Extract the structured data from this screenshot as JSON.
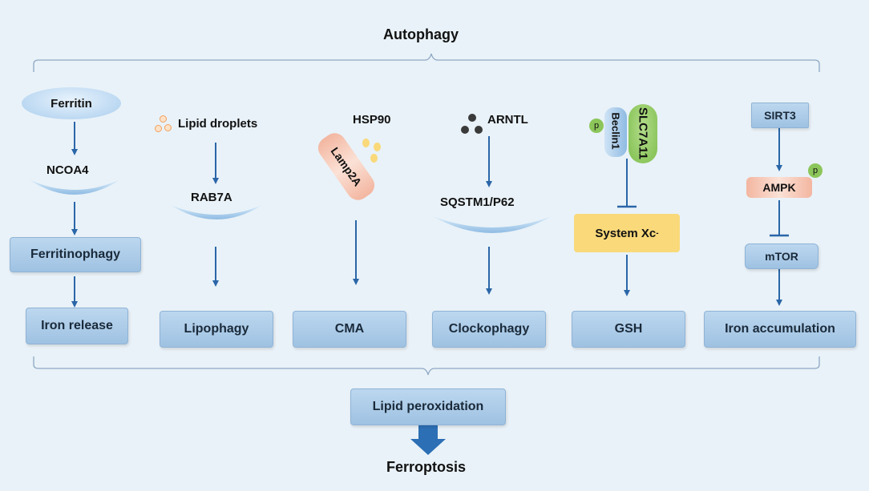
{
  "title": "Autophagy",
  "columns": [
    {
      "top": "Ferritin",
      "receptor": "NCOA4",
      "process": "Ferritinophagy",
      "outcome": "Iron release"
    },
    {
      "top": "Lipid droplets",
      "receptor": "RAB7A",
      "outcome": "Lipophagy"
    },
    {
      "top": "HSP90",
      "receptor": "Lamp2A",
      "outcome": "CMA"
    },
    {
      "top": "ARNTL",
      "receptor": "SQSTM1/P62",
      "outcome": "Clockophagy"
    },
    {
      "proteins": [
        "Beclin1",
        "SLC7A11"
      ],
      "phospho": "p",
      "target": "System Xc",
      "target_sup": "-",
      "outcome": "GSH"
    },
    {
      "top": "SIRT3",
      "kinase": "AMPK",
      "phospho": "p",
      "target": "mTOR",
      "outcome": "Iron accumulation"
    }
  ],
  "convergence": "Lipid peroxidation",
  "final": "Ferroptosis",
  "colors": {
    "background": "#e9f2f8",
    "box": "#a9c9e8",
    "arrow": "#2a66a8",
    "big_arrow": "#2c6fb5",
    "green": "#8cc65a",
    "yellow": "#f9d97a",
    "pink": "#f4b9a4"
  }
}
